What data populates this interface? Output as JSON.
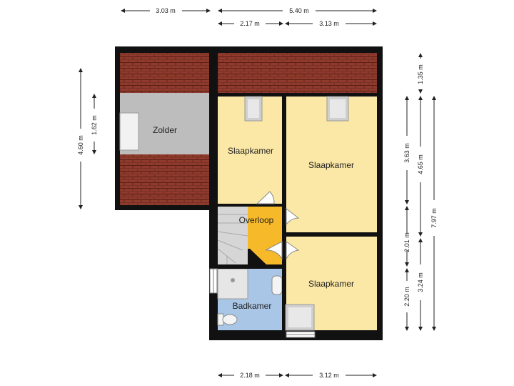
{
  "colors": {
    "wall": "#111111",
    "roof": "#8e3a2c",
    "roof_line": "#5e1f17",
    "slaapkamer": "#fbe8a6",
    "overloop": "#f6b92a",
    "badkamer": "#a9c6e6",
    "zolder": "#bdbdbd",
    "stair": "#d6d6d6",
    "window": "#e4e4e4",
    "dim_line": "#222222"
  },
  "rooms": {
    "zolder": "Zolder",
    "slaapkamer_small": "Slaapkamer",
    "slaapkamer_large": "Slaapkamer",
    "slaapkamer_bottom": "Slaapkamer",
    "overloop": "Overloop",
    "badkamer": "Badkamer"
  },
  "dimensions": {
    "top_left": "3.03 m",
    "top_total": "5.40 m",
    "top_a": "2.17 m",
    "top_b": "3.13 m",
    "bottom_a": "2.18 m",
    "bottom_b": "3.12 m",
    "left_outer": "4.60 m",
    "left_inner": "1.62 m",
    "right_roof": "1.35 m",
    "right_upper": "3.63 m",
    "right_mid": "2.01 m",
    "right_lower": "2.20 m",
    "right_a": "4.65 m",
    "right_b": "3.24 m",
    "right_total": "7.97 m"
  }
}
